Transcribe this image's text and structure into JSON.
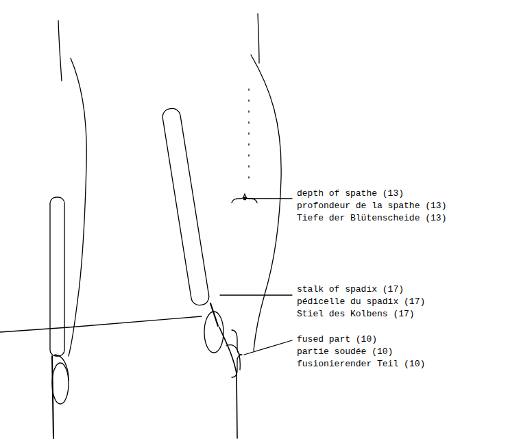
{
  "diagram": {
    "labels": [
      "depth of spathe (13)",
      "profondeur de la spathe (13)",
      "Tiefe der Blütenscheide (13)",
      "stalk of spadix (17)",
      "pédicelle du spadix (17)",
      "Stiel des Kolbens (17)",
      "fused part (10)",
      "partie soudée (10)",
      "fusionierender Teil (10)"
    ]
  }
}
